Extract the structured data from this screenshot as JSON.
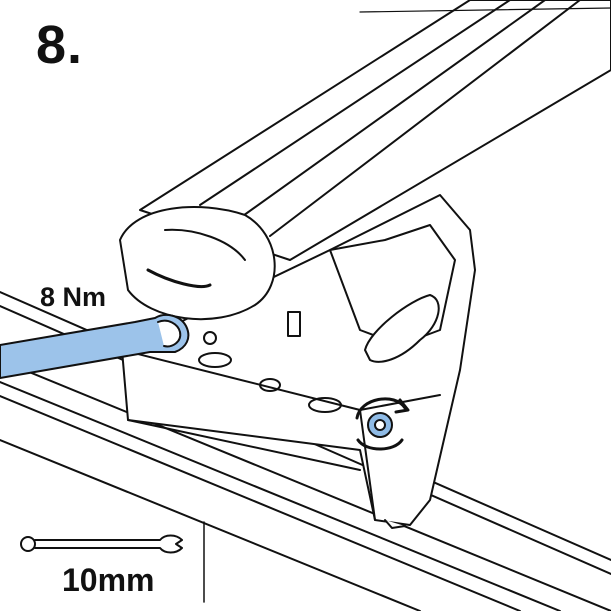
{
  "step": {
    "number": "8."
  },
  "instruction": {
    "torque": "8 Nm",
    "tool_size": "10mm"
  },
  "colors": {
    "line": "#111111",
    "wrench_fill": "#9cc3ea",
    "bolt_fill": "#8fbbe6",
    "background": "#ffffff"
  },
  "icons": [
    "wrench-icon",
    "combination-wrench-icon",
    "rotation-arrow-icon",
    "bolt-icon"
  ]
}
